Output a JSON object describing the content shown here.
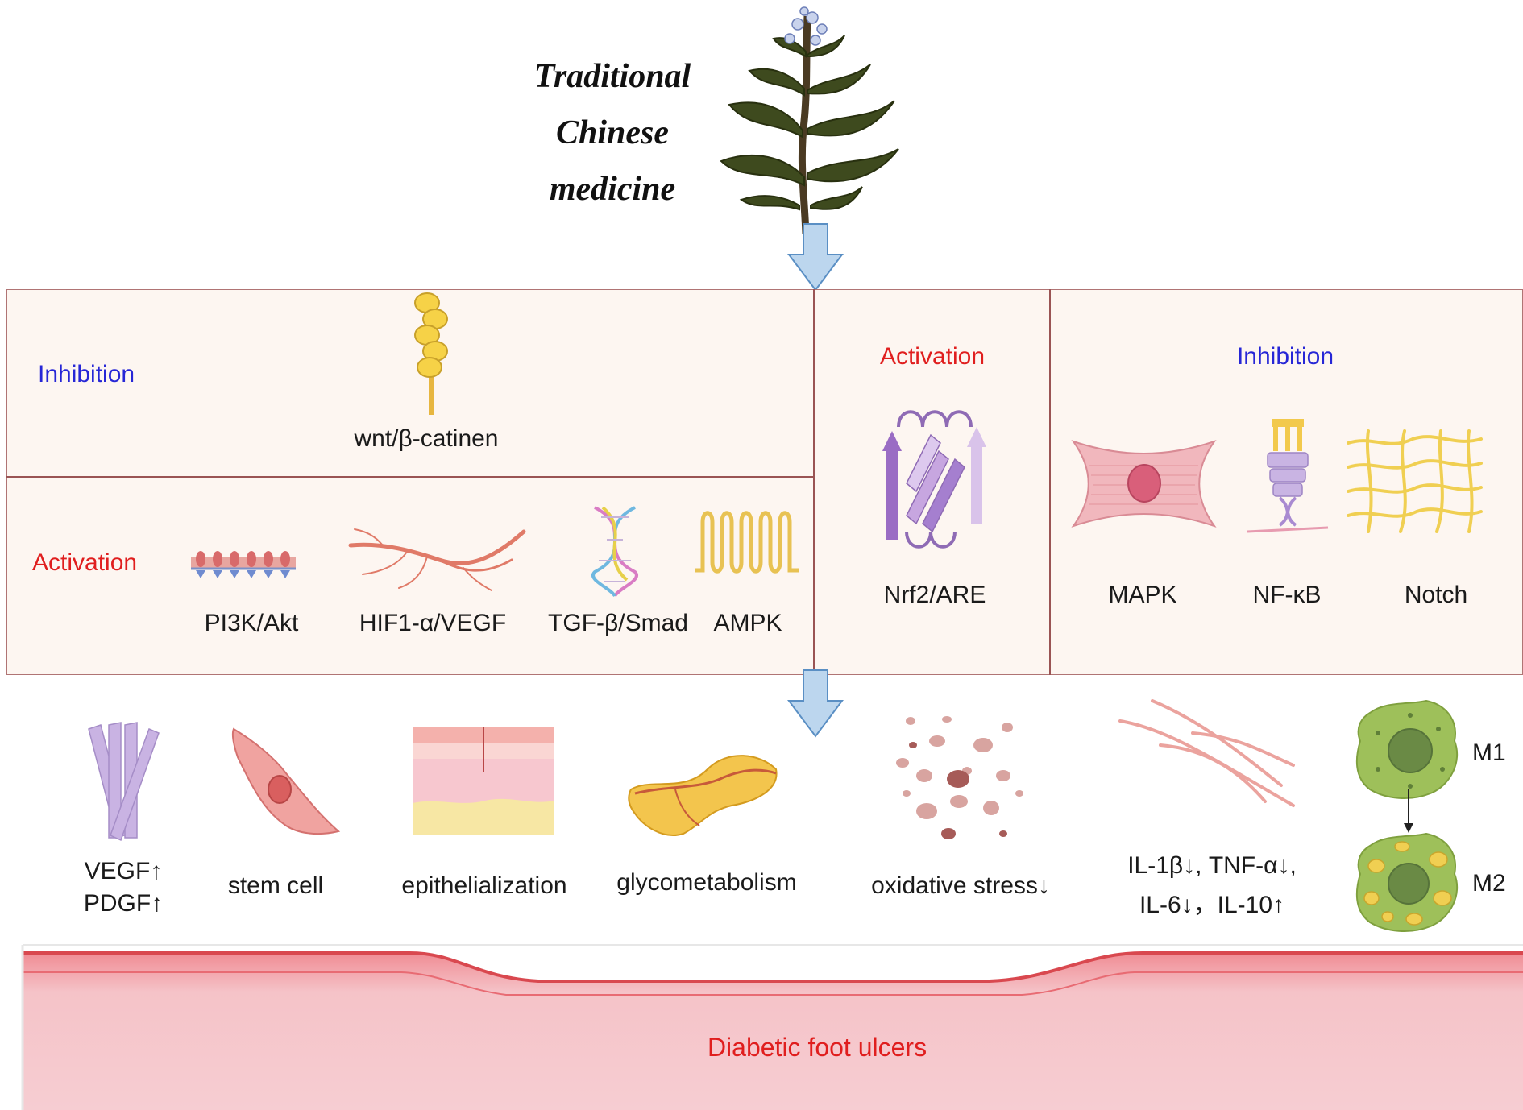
{
  "header": {
    "title_lines": [
      "Traditional",
      "Chinese",
      "medicine"
    ]
  },
  "panel": {
    "wnt_section": {
      "state_label": "Inhibition",
      "pathway": "wnt/β-catinen"
    },
    "left_activation": {
      "state_label": "Activation",
      "pathways": [
        "PI3K/Akt",
        "HIF1-α/VEGF",
        "TGF-β/Smad",
        "AMPK"
      ]
    },
    "middle_activation": {
      "state_label": "Activation",
      "pathway": "Nrf2/ARE"
    },
    "right_inhibition": {
      "state_label": "Inhibition",
      "pathways": [
        "MAPK",
        "NF-κB",
        "Notch"
      ]
    }
  },
  "effects": {
    "items": [
      [
        "VEGF↑",
        "PDGF↑"
      ],
      [
        "stem cell"
      ],
      [
        "epithelialization"
      ],
      [
        "glycometabolism"
      ],
      [
        "oxidative stress↓"
      ],
      [
        "IL-1β↓, TNF-α↓,",
        "IL-6↓，IL-10↑"
      ]
    ],
    "macrophage_labels": [
      "M1",
      "M2"
    ]
  },
  "footer": {
    "disease_label": "Diabetic foot ulcers"
  },
  "colors": {
    "inhibition_text": "#2626d6",
    "activation_text": "#e01e1e",
    "panel_bg": "#fdf6f1",
    "panel_border": "#b07474",
    "arrow_fill": "#bcd6ee",
    "arrow_stroke": "#5a8fc4",
    "skin": "#f3c6cc"
  },
  "icons": [
    "plant-icon",
    "wnt-protein-icon",
    "membrane-icon",
    "blood-vessel-icon",
    "dna-helix-icon",
    "transmembrane-protein-icon",
    "nrf2-protein-icon",
    "muscle-cell-icon",
    "receptor-icon",
    "collagen-network-icon",
    "fiber-bundle-icon",
    "stem-cell-icon",
    "skin-layer-icon",
    "pancreas-icon",
    "ros-particles-icon",
    "cytokine-fibers-icon",
    "macrophage-m1-icon",
    "macrophage-m2-icon",
    "wound-skin-icon"
  ]
}
